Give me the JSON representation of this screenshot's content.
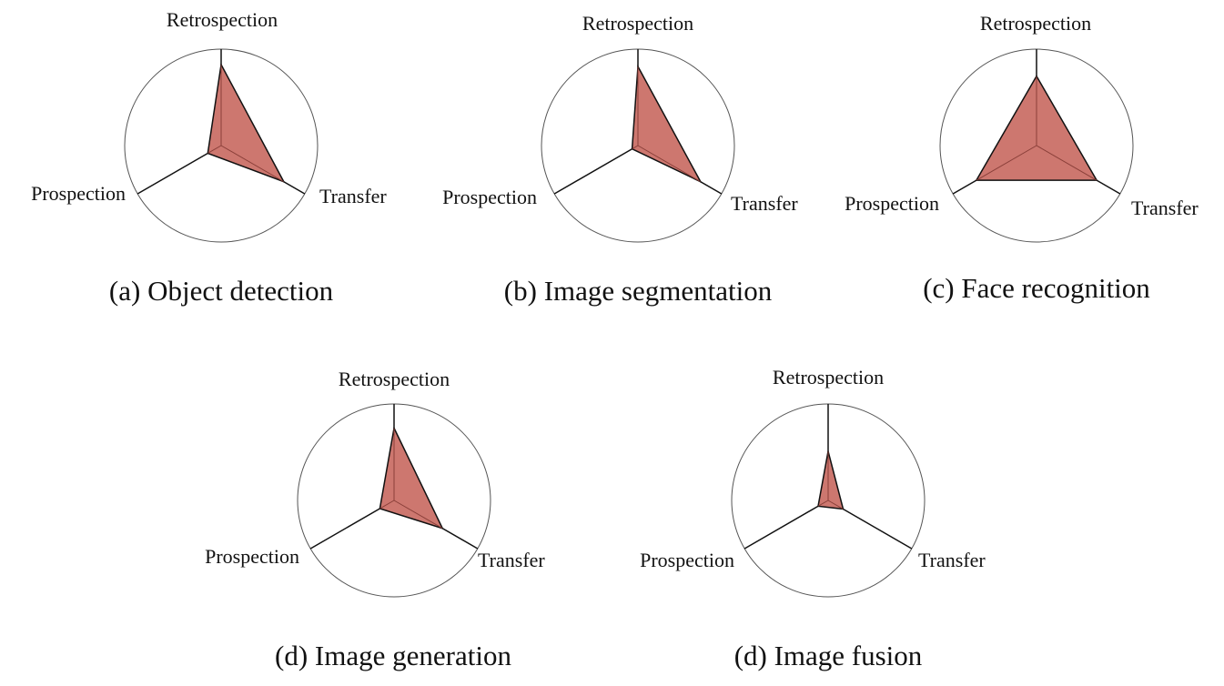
{
  "colors": {
    "fill": "#cd776f",
    "edge": "#111111",
    "inner": "#8a3f39",
    "circle": "#555555",
    "axis": "#111111"
  },
  "chart_data": [
    {
      "type": "radar",
      "caption": "(a) Object detection",
      "axes": [
        "Retrospection",
        "Transfer",
        "Prospection"
      ],
      "values": [
        0.84,
        0.75,
        0.16
      ],
      "range": [
        0,
        1
      ],
      "grid": false
    },
    {
      "type": "radar",
      "caption": "(b) Image segmentation",
      "axes": [
        "Retrospection",
        "Transfer",
        "Prospection"
      ],
      "values": [
        0.82,
        0.75,
        0.07
      ],
      "range": [
        0,
        1
      ],
      "grid": false
    },
    {
      "type": "radar",
      "caption": "(c) Face recognition",
      "axes": [
        "Retrospection",
        "Transfer",
        "Prospection"
      ],
      "values": [
        0.72,
        0.72,
        0.72
      ],
      "range": [
        0,
        1
      ],
      "grid": false
    },
    {
      "type": "radar",
      "caption": "(d) Image generation",
      "axes": [
        "Retrospection",
        "Transfer",
        "Prospection"
      ],
      "values": [
        0.75,
        0.58,
        0.17
      ],
      "range": [
        0,
        1
      ],
      "grid": false
    },
    {
      "type": "radar",
      "caption": "(d) Image fusion",
      "axes": [
        "Retrospection",
        "Transfer",
        "Prospection"
      ],
      "values": [
        0.51,
        0.18,
        0.12
      ],
      "range": [
        0,
        1
      ],
      "grid": false
    }
  ]
}
